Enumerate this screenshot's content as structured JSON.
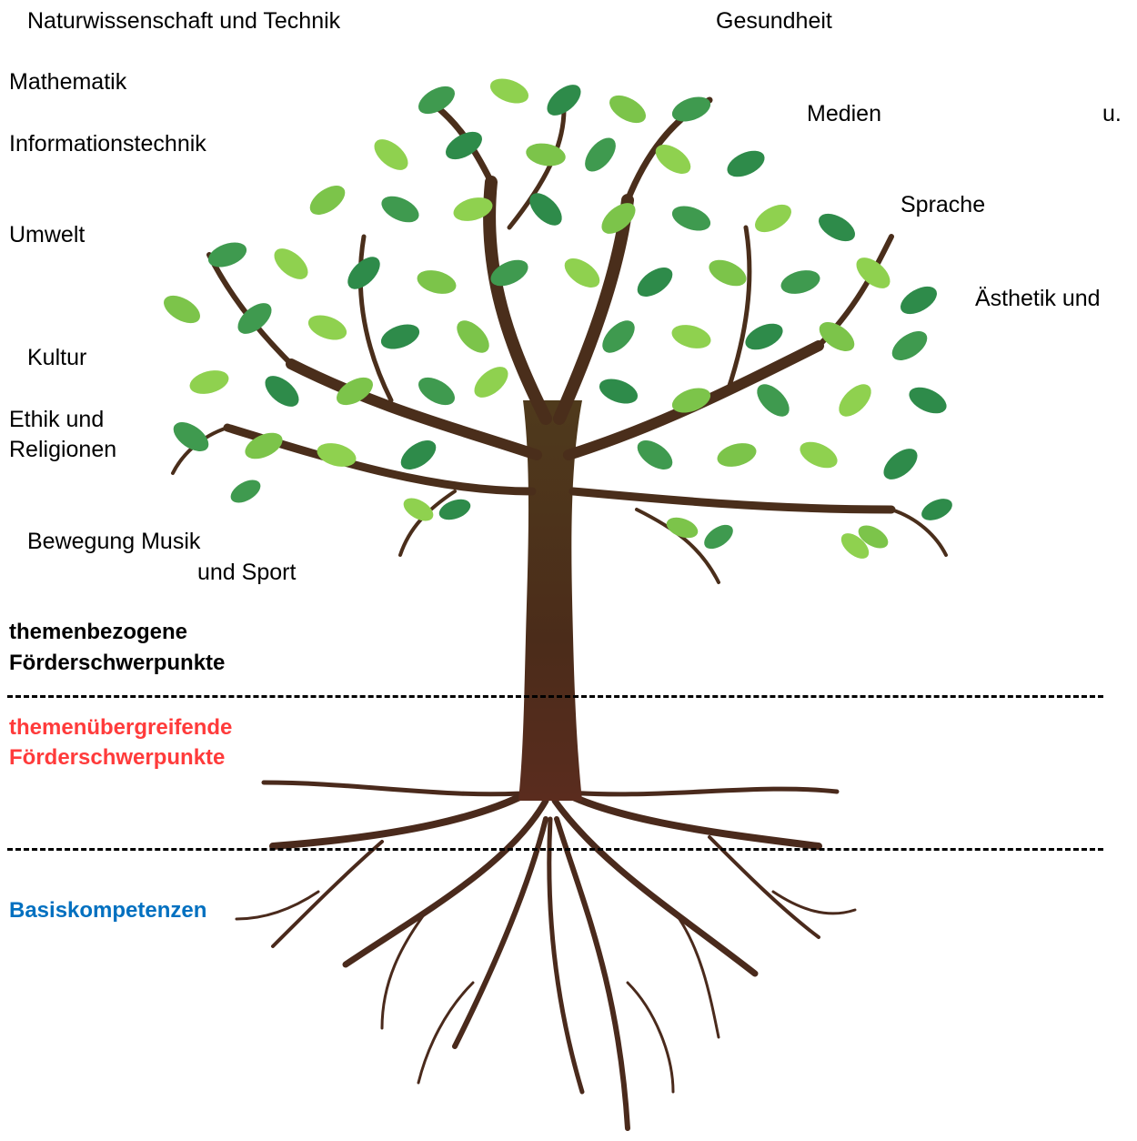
{
  "colors": {
    "text": "#000000",
    "transferable_heading": "#ff3b3b",
    "basic_heading": "#0070c0",
    "trunk": "#4a2e1b",
    "leaf_dark": "#2e8b4a",
    "leaf_light": "#8fd14f"
  },
  "topic_labels": {
    "naturwissenschaft": "Naturwissenschaft und Technik",
    "gesundheit": "Gesundheit",
    "mathematik": "Mathematik",
    "medien": "Medien",
    "medien_u": "u.",
    "informationstechnik": "Informationstechnik",
    "sprache": "Sprache",
    "umwelt": "Umwelt",
    "aesthetik": "Ästhetik und",
    "kultur": "Kultur",
    "ethik_line1": "Ethik und",
    "ethik_line2": "Religionen",
    "bewegung": "Bewegung Musik",
    "und_sport": "und Sport"
  },
  "sections": {
    "topic_line1": "themenbezogene",
    "topic_line2": "Förderschwerpunkte",
    "transferable_line1": "themenübergreifende",
    "transferable_line2": "Förderschwerpunkte",
    "basic": "Basiskompetenzen"
  },
  "icons": {
    "tree": "tree-illustration"
  }
}
